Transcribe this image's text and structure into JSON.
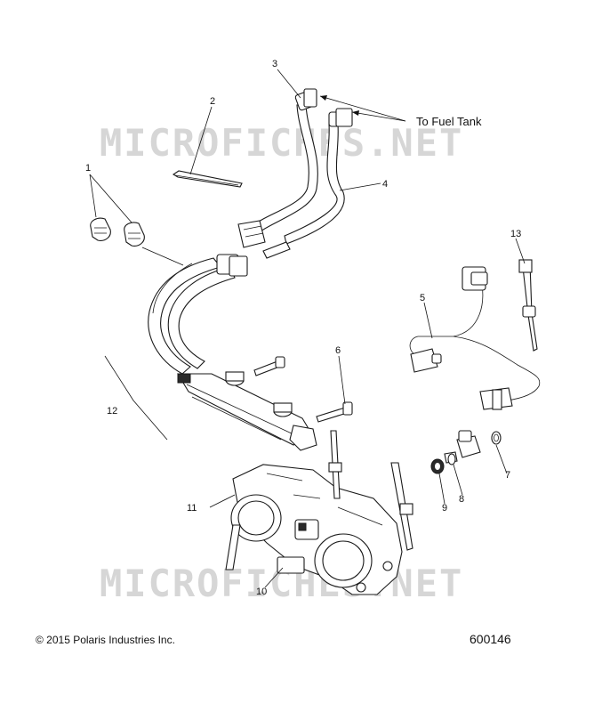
{
  "watermark": "MICROFICHES.NET",
  "callouts": {
    "c1": "1",
    "c2": "2",
    "c3": "3",
    "c4": "4",
    "c5": "5",
    "c6": "6",
    "c7": "7",
    "c8": "8",
    "c9": "9",
    "c10": "10",
    "c11": "11",
    "c12": "12",
    "c13": "13",
    "fuel_tank": "To Fuel Tank"
  },
  "footer": {
    "copyright": "© 2015 Polaris Industries Inc.",
    "diagram_number": "600146"
  }
}
